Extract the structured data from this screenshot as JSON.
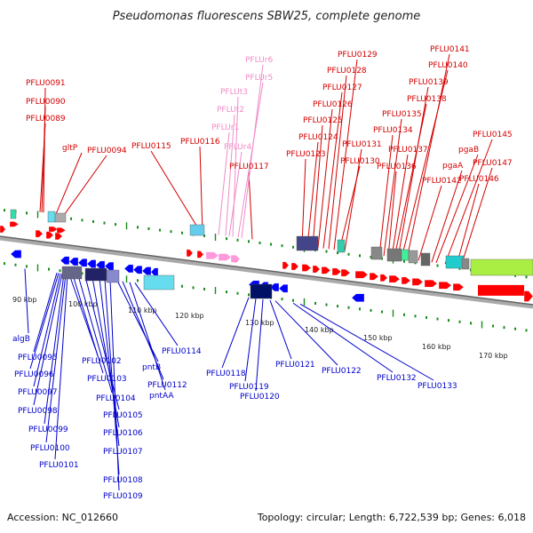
{
  "title": "Pseudomonas fluorescens SBW25, complete genome",
  "footer": {
    "accession": "Accession: NC_012660",
    "summary": "Topology: circular; Length: 6,722,539 bp; Genes: 6,018"
  },
  "colors": {
    "forward_label": "#d40000",
    "reverse_label": "#0000cc",
    "rna_label": "#f08cc8",
    "cds_forward": "#ff0000",
    "cds_reverse": "#0000ff",
    "rna": "#ff99dd",
    "backbone": "#777777",
    "tick": "#1a8c1a"
  },
  "scale_labels": [
    "90 kbp",
    "100 kbp",
    "110 kbp",
    "120 kbp",
    "130 kbp",
    "140 kbp",
    "150 kbp",
    "160 kbp",
    "170 kbp"
  ],
  "forward_labels": [
    "PFLU0091",
    "PFLU0090",
    "PFLU0089",
    "gltP",
    "PFLU0094",
    "PFLU0115",
    "PFLU0116",
    "PFLU0117",
    "PFLU0123",
    "PFLU0124",
    "PFLU0125",
    "PFLU0126",
    "PFLU0127",
    "PFLU0128",
    "PFLU0129",
    "PFLU0130",
    "PFLU0131",
    "PFLU0134",
    "PFLU0135",
    "PFLU0136",
    "PFLU0137",
    "PFLU0138",
    "PFLU0139",
    "PFLU0140",
    "PFLU0141",
    "PFLU0142",
    "pgaA",
    "pgaB",
    "PFLU0145",
    "PFLU0146",
    "PFLU0147"
  ],
  "rna_labels": [
    "PFLUr6",
    "PFLUr5",
    "PFLUt3",
    "PFLUt2",
    "PFLUr1",
    "PFLUr4"
  ],
  "reverse_labels": [
    "algB",
    "PFLU0095",
    "PFLU0096",
    "PFLU0097",
    "PFLU0098",
    "PFLU0099",
    "PFLU0100",
    "PFLU0101",
    "PFLU0102",
    "PFLU0103",
    "PFLU0104",
    "PFLU0105",
    "PFLU0106",
    "PFLU0107",
    "PFLU0108",
    "PFLU0109",
    "pntB",
    "PFLU0112",
    "pntAA",
    "PFLU0114",
    "PFLU0118",
    "PFLU0119",
    "PFLU0120",
    "PFLU0121",
    "PFLU0122",
    "PFLU0132",
    "PFLU0133"
  ]
}
